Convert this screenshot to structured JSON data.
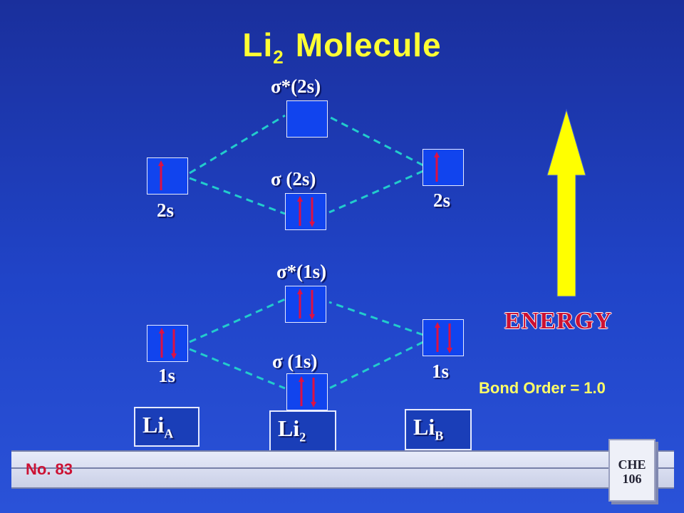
{
  "title": {
    "main": "Li",
    "sub": "2",
    "rest": "Molecule"
  },
  "orbitals": {
    "sigma_star_2s": {
      "label": "σ*(2s)",
      "electrons": []
    },
    "sigma_2s": {
      "label": "σ (2s)",
      "electrons": [
        "up",
        "down"
      ]
    },
    "sigma_star_1s": {
      "label": "σ*(1s)",
      "electrons": [
        "up",
        "down"
      ]
    },
    "sigma_1s": {
      "label": "σ (1s)",
      "electrons": [
        "up",
        "down"
      ]
    },
    "atomA_2s": {
      "label": "2s",
      "electrons": [
        "up"
      ]
    },
    "atomB_2s": {
      "label": "2s",
      "electrons": [
        "up"
      ]
    },
    "atomA_1s": {
      "label": "1s",
      "electrons": [
        "up",
        "down"
      ]
    },
    "atomB_1s": {
      "label": "1s",
      "electrons": [
        "up",
        "down"
      ]
    }
  },
  "energy_label": "ENERGY",
  "bond_order": "Bond Order = 1.0",
  "names": {
    "atomA": {
      "main": "Li",
      "sub": "A"
    },
    "molecule": {
      "main": "Li",
      "sub": "2"
    },
    "atomB": {
      "main": "Li",
      "sub": "B"
    }
  },
  "footer": {
    "slide_number": "No. 83",
    "course_line1": "CHE",
    "course_line2": "106"
  },
  "colors": {
    "title": "#ffff33",
    "energy": "#cc1133",
    "arrow_fill": "#ffff00",
    "connector": "#22cccc",
    "spin_arrow": "#dd1144"
  }
}
